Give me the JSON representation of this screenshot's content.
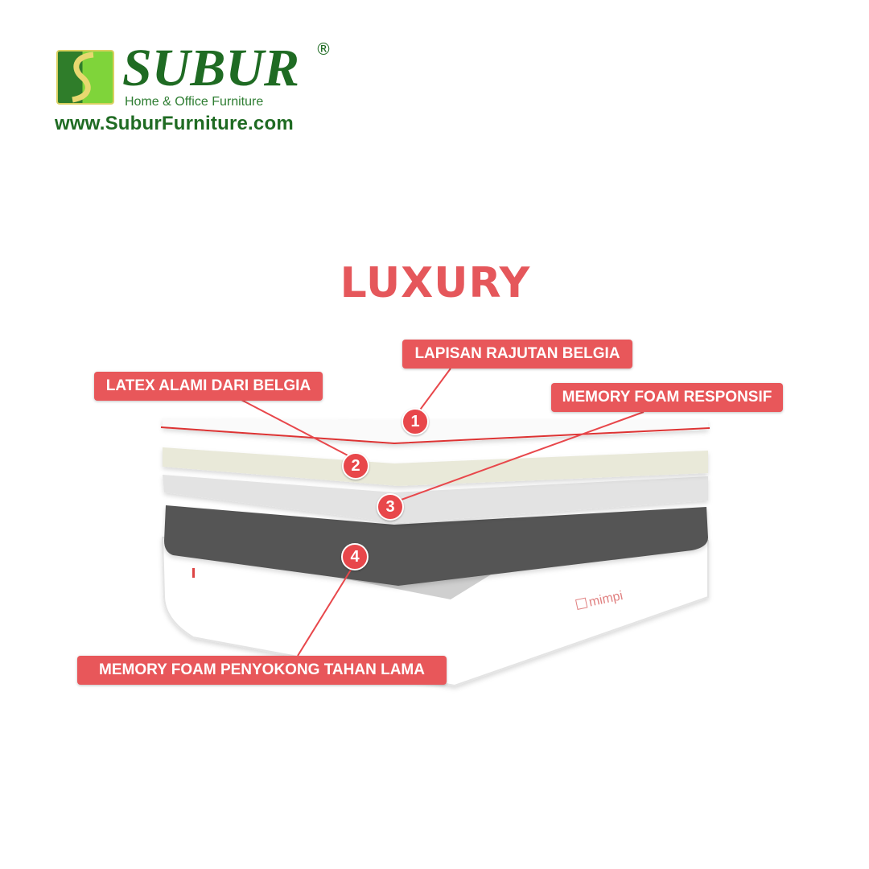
{
  "logo": {
    "brand": "SUBUR",
    "registered": "®",
    "tagline": "Home & Office Furniture",
    "website": "www.SuburFurniture.com"
  },
  "title": "LUXURY",
  "product_brand": "mimpi",
  "layers": [
    {
      "number": "1",
      "label": "LAPISAN RAJUTAN BELGIA"
    },
    {
      "number": "2",
      "label": "LATEX ALAMI DARI BELGIA"
    },
    {
      "number": "3",
      "label": "MEMORY FOAM RESPONSIF"
    },
    {
      "number": "4",
      "label": "MEMORY FOAM PENYOKONG TAHAN LAMA"
    }
  ],
  "colors": {
    "accent": "#e8575a",
    "brand_green": "#1f6b23",
    "latex": "#e9e9d9",
    "foam": "#e3e3e3",
    "support_foam": "#555555"
  }
}
